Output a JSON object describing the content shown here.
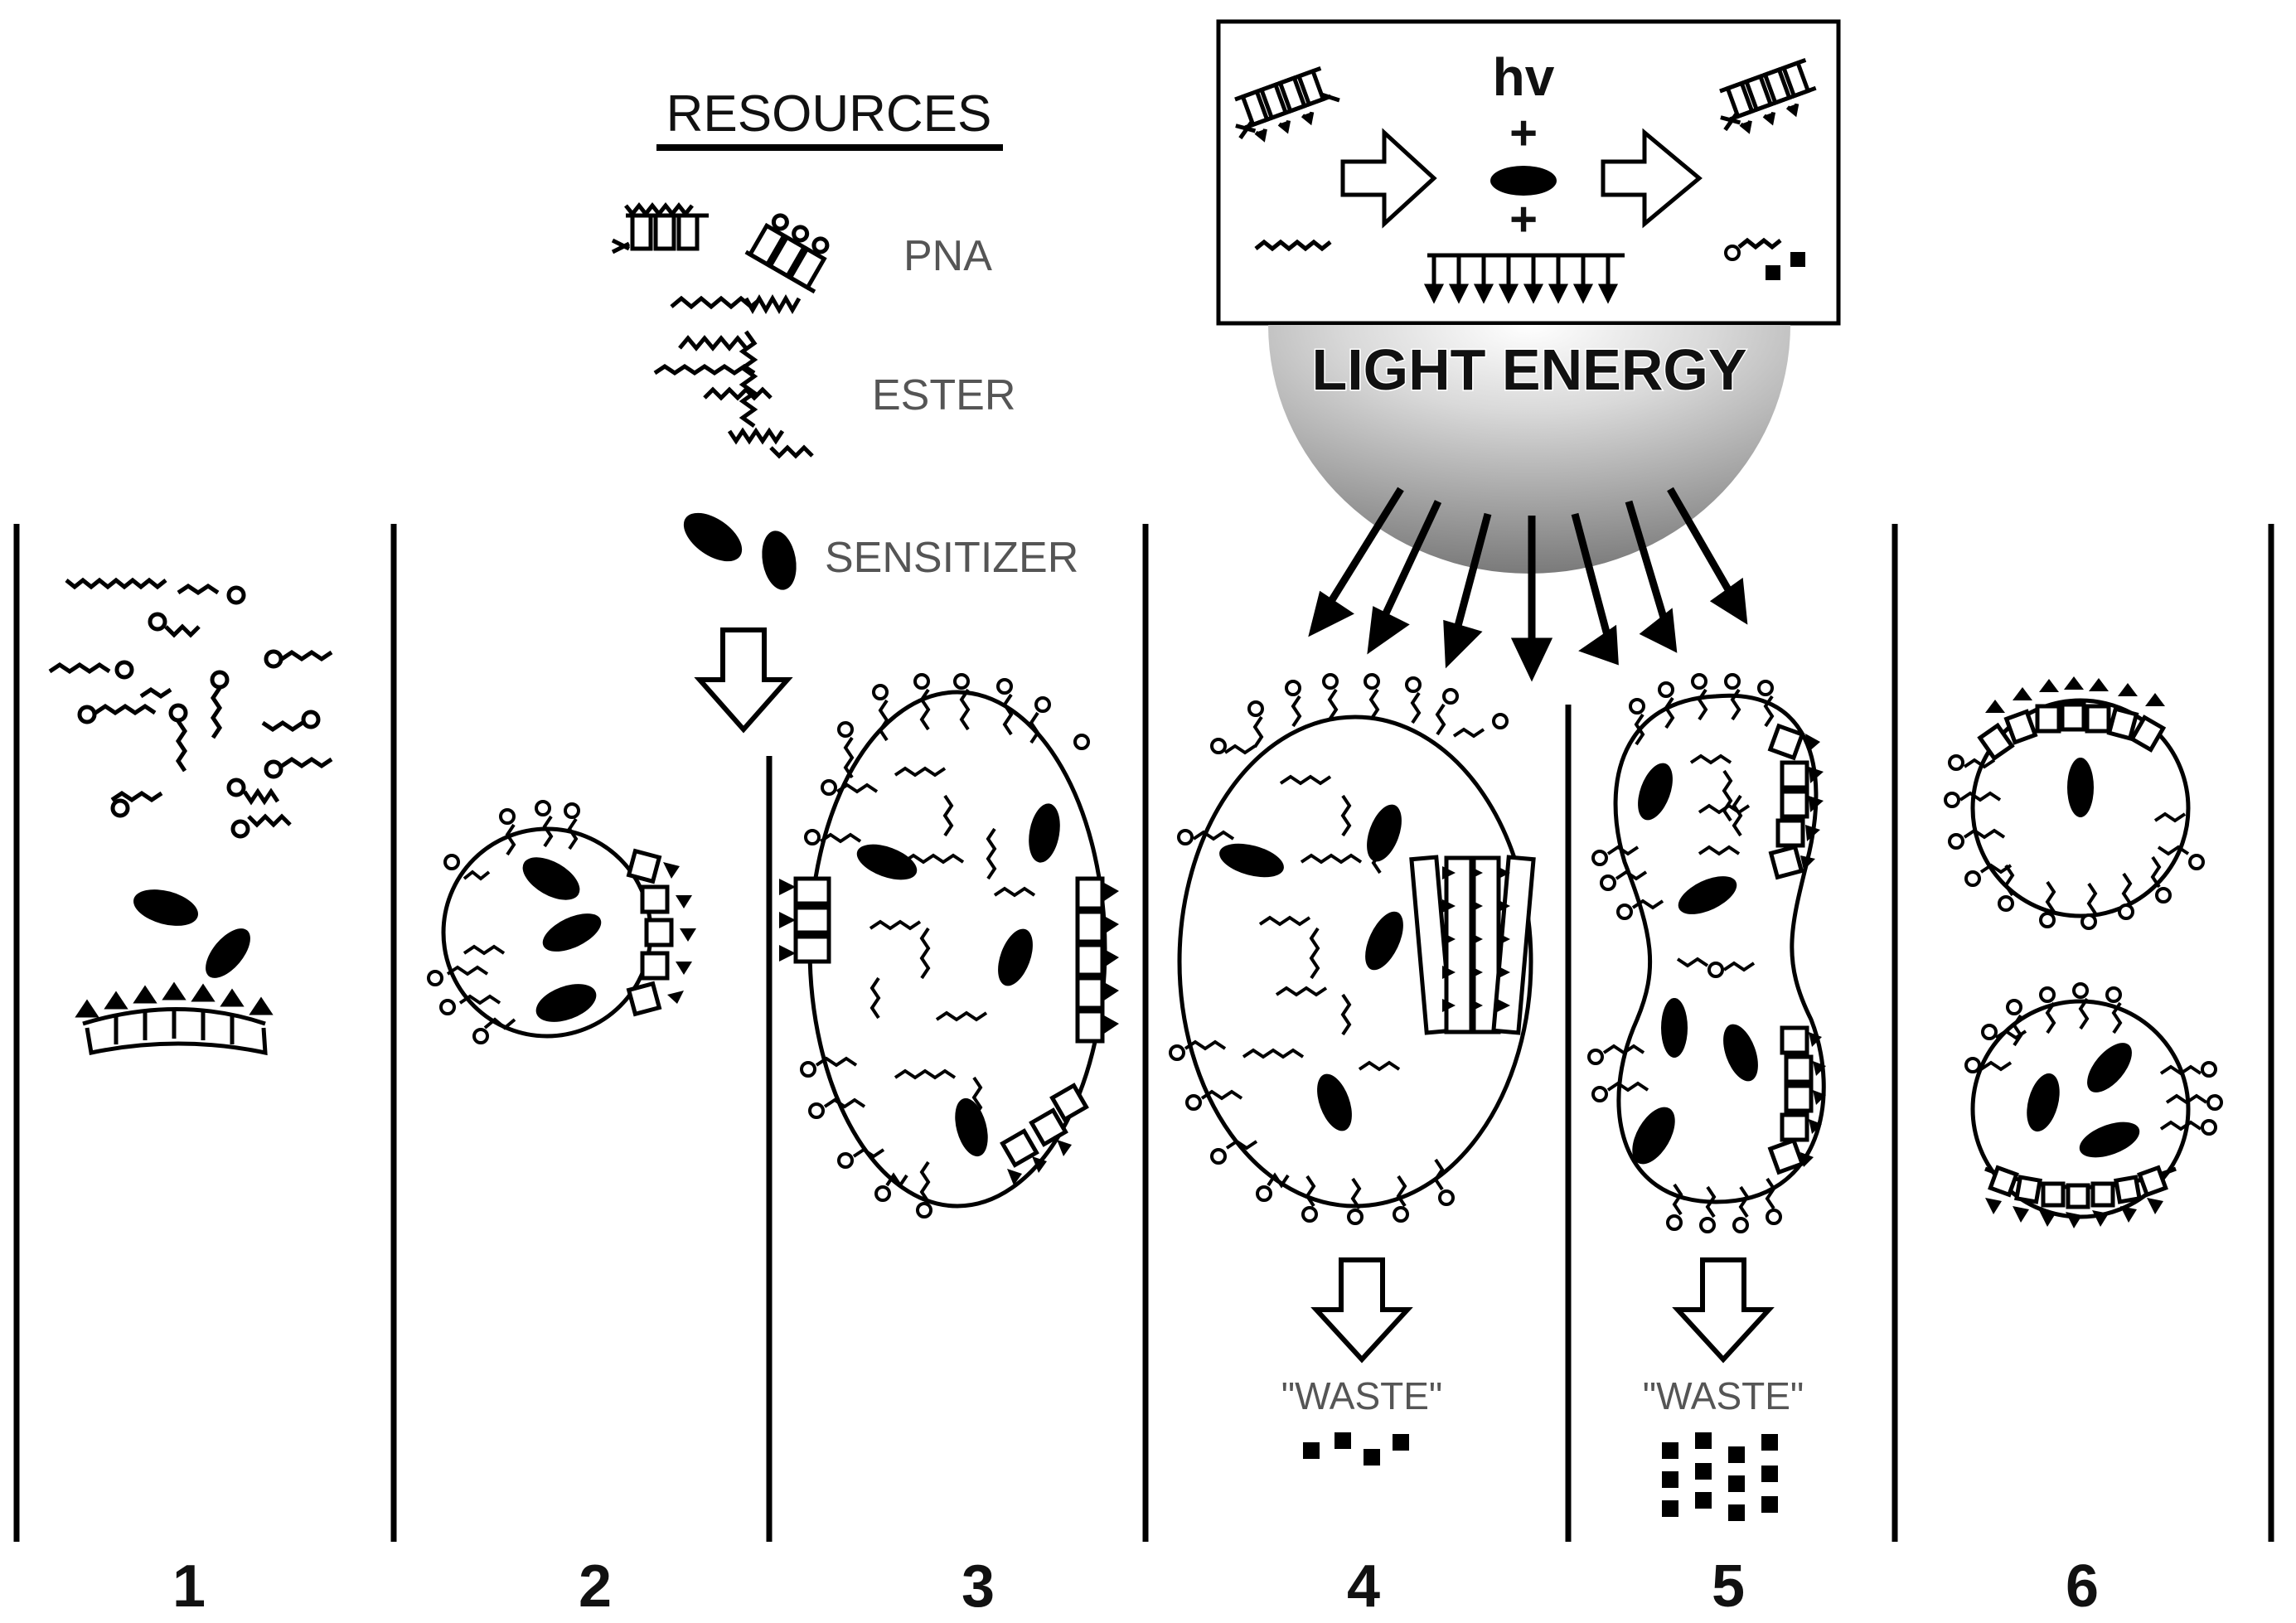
{
  "diagram": {
    "resources": {
      "heading": "RESOURCES",
      "items": [
        {
          "label": "PNA"
        },
        {
          "label": "ESTER"
        },
        {
          "label": "SENSITIZER"
        }
      ]
    },
    "reaction_box": {
      "photon": "hv",
      "plus_top": "+",
      "plus_bottom": "+"
    },
    "light": {
      "label": "LIGHT ENERGY"
    },
    "waste": [
      {
        "label": "\"WASTE\""
      },
      {
        "label": "\"WASTE\""
      }
    ],
    "stages": [
      {
        "number": "1"
      },
      {
        "number": "2"
      },
      {
        "number": "3"
      },
      {
        "number": "4"
      },
      {
        "number": "5"
      },
      {
        "number": "6"
      }
    ]
  }
}
